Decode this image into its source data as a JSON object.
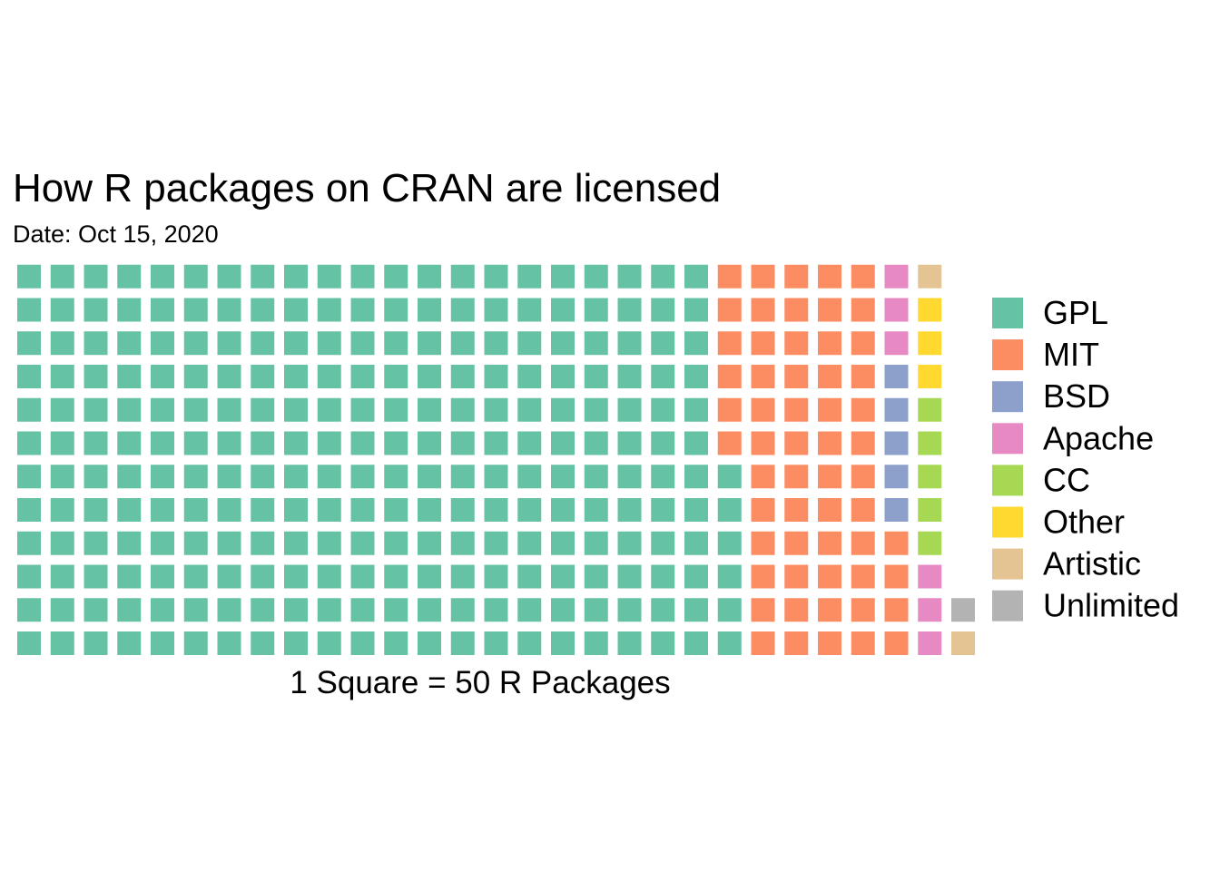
{
  "chart_data": {
    "type": "waffle",
    "title": "How R packages on CRAN are licensed",
    "subtitle": "Date: Oct 15, 2020",
    "xlabel": "1 Square = 50 R Packages",
    "ylabel": "",
    "rows": 12,
    "fill_order": "column-wise, bottom to top, left to right",
    "units_per_square": 50,
    "legend_position": "right",
    "grid": false,
    "categories": [
      "GPL",
      "MIT",
      "BSD",
      "Apache",
      "CC",
      "Other",
      "Artistic",
      "Unlimited"
    ],
    "values": [
      258,
      58,
      5,
      6,
      5,
      3,
      2,
      1
    ],
    "colors": [
      "#66c2a5",
      "#fc8d62",
      "#8da0cb",
      "#e78ac3",
      "#a6d854",
      "#ffd92f",
      "#e5c494",
      "#b3b3b3"
    ]
  }
}
